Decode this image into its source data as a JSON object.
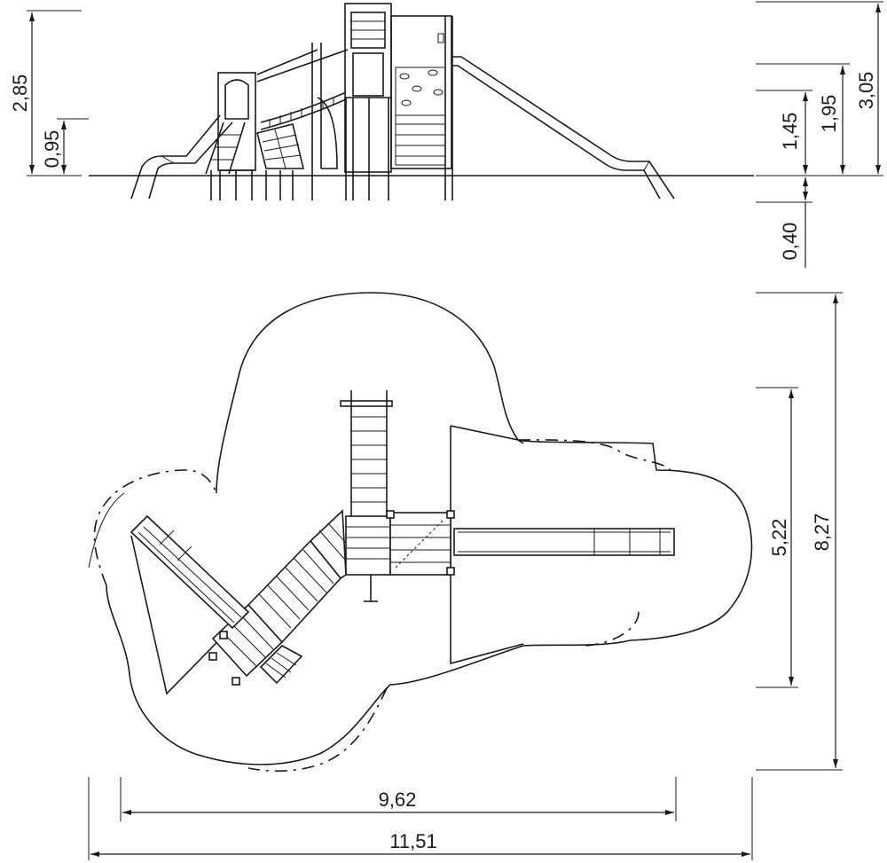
{
  "drawing": {
    "elevation_dimensions": {
      "overall_height_left": "2,85",
      "platform_height_left": "0,95",
      "platform_height_a": "1,45",
      "platform_height_b": "1,95",
      "overall_height_right": "3,05",
      "foundation_depth": "0,40"
    },
    "plan_dimensions": {
      "equipment_length": "9,62",
      "overall_length": "11,51",
      "equipment_width": "5,22",
      "overall_width": "8,27"
    }
  }
}
